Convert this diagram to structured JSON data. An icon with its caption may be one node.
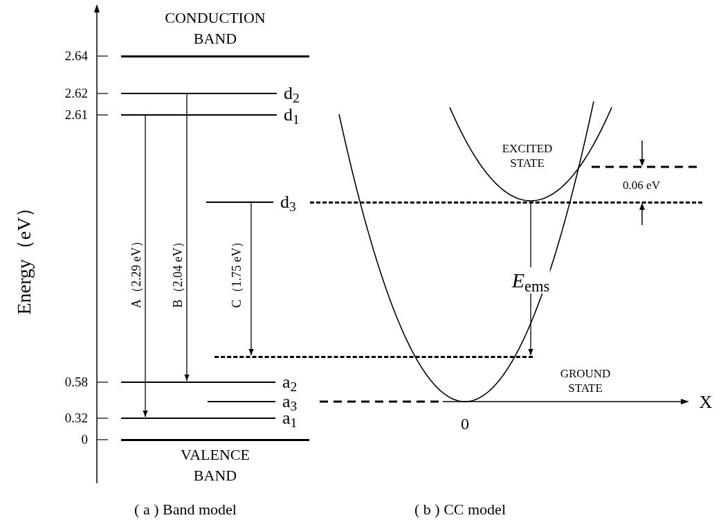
{
  "diagram": {
    "nodes": [
      {
        "text": [
          "CONDUCTION BAND"
        ]
      },
      {
        "text": [],
        "shape": "bar",
        "beside": [
          "d$_{2}$"
        ]
      },
      {
        "text": [],
        "shape": "bar",
        "beside": [
          "d$_{1}$"
        ]
      },
      {
        "text": [],
        "shape": "bar",
        "beside": [
          "d$_{3}$"
        ]
      },
      {
        "text": [],
        "shape": "bar"
      },
      {
        "text": [],
        "shape": "bar"
      },
      {
        "text": [],
        "shape": "bar",
        "beside": [
          "a$_{2}$"
        ]
      },
      {
        "text": [],
        "shape": "bar",
        "beside": [
          "a$_{3}$"
        ]
      },
      {
        "text": [],
        "shape": "bar",
        "beside": [
          "a$_{1}$"
        ]
      },
      {
        "text": [
          "VALENCE BAND"
        ]
      }
    ],
    "edges": [
      {
        "from": 2,
        "to": 8,
        "arrow": "to",
        "label": "A（2.29 eV）"
      },
      {
        "from": 1,
        "to": 6,
        "arrow": "to",
        "label": "B（2.04 eV）"
      },
      {
        "from": 3,
        "to": 5,
        "arrow": "to",
        "label": "C（1.75 eV）"
      },
      {
        "from": 4,
        "to": 5,
        "arrow": "to",
        "label": "*E*$_{ems}$"
      }
    ],
    "labels": [
      "2.64",
      "2.62",
      "2.61",
      "0.58",
      "0.32",
      "0",
      "Energy（eV）",
      "EXCITED STATE",
      "0.06 eV",
      "GROUND STATE",
      "X",
      "0",
      "( a ) Band model",
      "( b ) CC model"
    ]
  }
}
